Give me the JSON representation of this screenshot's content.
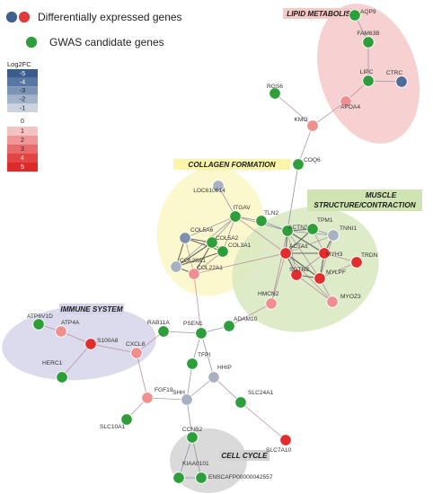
{
  "legend": {
    "deg_label": "Differentially expressed genes",
    "gwas_label": "GWAS candidate genes",
    "deg_dot_colors": [
      "#3f5f8f",
      "#e03a3a"
    ],
    "gwas_dot_color": "#2e9e3a"
  },
  "fold_change_legend": {
    "title": "Log2FC",
    "zero_label": "0",
    "levels": [
      {
        "label": "-5",
        "color": "#3b5d8e"
      },
      {
        "label": "-4",
        "color": "#5877a3"
      },
      {
        "label": "-3",
        "color": "#7b93b5"
      },
      {
        "label": "-2",
        "color": "#a2b2c9"
      },
      {
        "label": "-1",
        "color": "#cbd3df"
      },
      {
        "label": "1",
        "color": "#f5c2c2"
      },
      {
        "label": "2",
        "color": "#ef9696"
      },
      {
        "label": "3",
        "color": "#e86a6a"
      },
      {
        "label": "4",
        "color": "#e34444"
      },
      {
        "label": "5",
        "color": "#dd2b2b"
      }
    ]
  },
  "node_colors": {
    "gwas": "#2e9e3a",
    "up_strong": "#e22d2d",
    "up_light": "#ef8f8f",
    "down_light": "#a7b1c1",
    "down_mid": "#7e90aa",
    "down_strong": "#4d6b95"
  },
  "clusters": [
    {
      "id": "lipid",
      "title": "LIPID METABOLISM",
      "fill": "#f6c9c9",
      "title_bg": "#f6c9c9"
    },
    {
      "id": "collagen",
      "title": "COLLAGEN FORMATION",
      "fill": "#fbf7c4",
      "title_bg": "#fbf5a8"
    },
    {
      "id": "muscle",
      "title": "MUSCLE",
      "title2": "STRUCTURE/CONTRACTION",
      "fill": "#d7e8bf",
      "title_bg": "#cfe4b2"
    },
    {
      "id": "immune",
      "title": "IMMUNE SYSTEM",
      "fill": "#d6d4ea",
      "title_bg": "#d6d4ea"
    },
    {
      "id": "cellcycle",
      "title": "CELL CYCLE",
      "fill": "#d3d3d3",
      "title_bg": "#d3d3d3"
    }
  ],
  "nodes": [
    {
      "id": "AQP9",
      "label": "AQP9",
      "kind": "gwas"
    },
    {
      "id": "FAM63B",
      "label": "FAM63B",
      "kind": "gwas"
    },
    {
      "id": "LIPC",
      "label": "LIPC",
      "kind": "gwas"
    },
    {
      "id": "CTRC",
      "label": "CTRC",
      "kind": "down_strong"
    },
    {
      "id": "APOA4",
      "label": "APOA4",
      "kind": "up_light"
    },
    {
      "id": "RGS6",
      "label": "RGS6",
      "kind": "gwas"
    },
    {
      "id": "KMO",
      "label": "KMO",
      "kind": "up_light"
    },
    {
      "id": "COQ6",
      "label": "COQ6",
      "kind": "gwas"
    },
    {
      "id": "LOC610614",
      "label": "LOC610614",
      "kind": "down_light"
    },
    {
      "id": "ITGAV",
      "label": "ITGAV",
      "kind": "gwas"
    },
    {
      "id": "TLN2",
      "label": "TLN2",
      "kind": "gwas"
    },
    {
      "id": "COL5A6",
      "label": "COL5A6",
      "kind": "down_mid"
    },
    {
      "id": "COL5A2",
      "label": "COL5A2",
      "kind": "gwas"
    },
    {
      "id": "COL3A1",
      "label": "COL3A1",
      "kind": "gwas"
    },
    {
      "id": "COL28A1",
      "label": "COL28A1",
      "kind": "down_light"
    },
    {
      "id": "COL22A1",
      "label": "COL22A1",
      "kind": "up_light"
    },
    {
      "id": "ACTN3",
      "label": "ACTN3",
      "kind": "gwas"
    },
    {
      "id": "TPM1",
      "label": "TPM1",
      "kind": "gwas"
    },
    {
      "id": "TNNI1",
      "label": "TNNI1",
      "kind": "down_light"
    },
    {
      "id": "ACTA1",
      "label": "ACTA1",
      "kind": "up_strong"
    },
    {
      "id": "MYH3",
      "label": "MYH3",
      "kind": "up_strong"
    },
    {
      "id": "TRDN",
      "label": "TRDN",
      "kind": "up_strong"
    },
    {
      "id": "SGTN2",
      "label": "SGTN2",
      "kind": "up_strong"
    },
    {
      "id": "MYLPF",
      "label": "MYLPF",
      "kind": "up_strong"
    },
    {
      "id": "MYOZ3",
      "label": "MYOZ3",
      "kind": "up_light"
    },
    {
      "id": "HMCN2",
      "label": "HMCN2",
      "kind": "up_light"
    },
    {
      "id": "ADAM10",
      "label": "ADAM10",
      "kind": "gwas"
    },
    {
      "id": "PSEN1",
      "label": "PSEN1",
      "kind": "gwas"
    },
    {
      "id": "RAB11A",
      "label": "RAB11A",
      "kind": "gwas"
    },
    {
      "id": "ATP6V1D",
      "label": "ATP6V1D",
      "kind": "gwas"
    },
    {
      "id": "ATP4A",
      "label": "ATP4A",
      "kind": "up_light"
    },
    {
      "id": "S100A8",
      "label": "S100A8",
      "kind": "up_strong"
    },
    {
      "id": "CXCL8",
      "label": "CXCL8",
      "kind": "up_light"
    },
    {
      "id": "HERC1",
      "label": "HERC1",
      "kind": "gwas"
    },
    {
      "id": "TFPI",
      "label": "TFPI",
      "kind": "gwas"
    },
    {
      "id": "HHIP",
      "label": "HHIP",
      "kind": "down_light"
    },
    {
      "id": "FGF19",
      "label": "FGF19",
      "kind": "up_light"
    },
    {
      "id": "SHH",
      "label": "SHH",
      "kind": "down_light"
    },
    {
      "id": "SLC24A1",
      "label": "SLC24A1",
      "kind": "gwas"
    },
    {
      "id": "SLC10A1",
      "label": "SLC10A1",
      "kind": "gwas"
    },
    {
      "id": "SLC7A10",
      "label": "SLC7A10",
      "kind": "up_strong"
    },
    {
      "id": "CCNB2",
      "label": "CCNB2",
      "kind": "gwas"
    },
    {
      "id": "KIAA0101",
      "label": "KIAA0101",
      "kind": "gwas"
    },
    {
      "id": "ENSCAFP",
      "label": "ENSCAFP00000042557",
      "kind": "gwas"
    }
  ],
  "edges": [
    [
      "AQP9",
      "FAM63B"
    ],
    [
      "FAM63B",
      "LIPC"
    ],
    [
      "LIPC",
      "CTRC"
    ],
    [
      "LIPC",
      "APOA4"
    ],
    [
      "APOA4",
      "KMO"
    ],
    [
      "RGS6",
      "KMO"
    ],
    [
      "KMO",
      "COQ6"
    ],
    [
      "COQ6",
      "ACTN3"
    ],
    [
      "LOC610614",
      "ITGAV"
    ],
    [
      "ITGAV",
      "TLN2"
    ],
    [
      "ITGAV",
      "COL5A6"
    ],
    [
      "ITGAV",
      "COL5A2"
    ],
    [
      "ITGAV",
      "COL3A1"
    ],
    [
      "ITGAV",
      "COL28A1"
    ],
    [
      "ITGAV",
      "ACTN3"
    ],
    [
      "ITGAV",
      "ACTA1"
    ],
    [
      "TLN2",
      "ACTN3"
    ],
    [
      "COL5A6",
      "COL5A2"
    ],
    [
      "COL5A6",
      "COL3A1"
    ],
    [
      "COL5A6",
      "COL28A1"
    ],
    [
      "COL5A6",
      "COL22A1"
    ],
    [
      "COL5A2",
      "COL3A1"
    ],
    [
      "COL5A2",
      "COL28A1"
    ],
    [
      "COL5A2",
      "COL22A1"
    ],
    [
      "COL3A1",
      "COL28A1"
    ],
    [
      "COL3A1",
      "COL22A1"
    ],
    [
      "COL28A1",
      "COL22A1"
    ],
    [
      "ACTN3",
      "TPM1"
    ],
    [
      "ACTN3",
      "TNNI1"
    ],
    [
      "ACTN3",
      "ACTA1"
    ],
    [
      "ACTN3",
      "MYH3"
    ],
    [
      "ACTN3",
      "SGTN2"
    ],
    [
      "ACTN3",
      "MYLPF"
    ],
    [
      "TPM1",
      "TNNI1"
    ],
    [
      "TPM1",
      "ACTA1"
    ],
    [
      "TPM1",
      "MYH3"
    ],
    [
      "TNNI1",
      "ACTA1"
    ],
    [
      "TNNI1",
      "MYH3"
    ],
    [
      "TNNI1",
      "MYLPF"
    ],
    [
      "ACTA1",
      "MYH3"
    ],
    [
      "ACTA1",
      "SGTN2"
    ],
    [
      "ACTA1",
      "MYLPF"
    ],
    [
      "ACTA1",
      "MYOZ3"
    ],
    [
      "ACTA1",
      "HMCN2"
    ],
    [
      "MYH3",
      "SGTN2"
    ],
    [
      "MYH3",
      "MYLPF"
    ],
    [
      "MYH3",
      "TRDN"
    ],
    [
      "SGTN2",
      "MYLPF"
    ],
    [
      "SGTN2",
      "MYOZ3"
    ],
    [
      "MYLPF",
      "MYOZ3"
    ],
    [
      "MYLPF",
      "TRDN"
    ],
    [
      "HMCN2",
      "ADAM10"
    ],
    [
      "ACTN3",
      "HMCN2"
    ],
    [
      "COL22A1",
      "ACTA1"
    ],
    [
      "ADAM10",
      "PSEN1"
    ],
    [
      "PSEN1",
      "RAB11A"
    ],
    [
      "PSEN1",
      "COL22A1"
    ],
    [
      "PSEN1",
      "TFPI"
    ],
    [
      "PSEN1",
      "HHIP"
    ],
    [
      "RAB11A",
      "CXCL8"
    ],
    [
      "ATP6V1D",
      "ATP4A"
    ],
    [
      "ATP4A",
      "S100A8"
    ],
    [
      "S100A8",
      "CXCL8"
    ],
    [
      "S100A8",
      "HERC1"
    ],
    [
      "CXCL8",
      "FGF19"
    ],
    [
      "FGF19",
      "SHH"
    ],
    [
      "FGF19",
      "SLC10A1"
    ],
    [
      "SHH",
      "HHIP"
    ],
    [
      "SHH",
      "TFPI"
    ],
    [
      "SHH",
      "CCNB2"
    ],
    [
      "HHIP",
      "SLC24A1"
    ],
    [
      "SLC24A1",
      "SLC7A10"
    ],
    [
      "CCNB2",
      "KIAA0101"
    ],
    [
      "CCNB2",
      "ENSCAFP"
    ],
    [
      "KIAA0101",
      "ENSCAFP"
    ]
  ]
}
